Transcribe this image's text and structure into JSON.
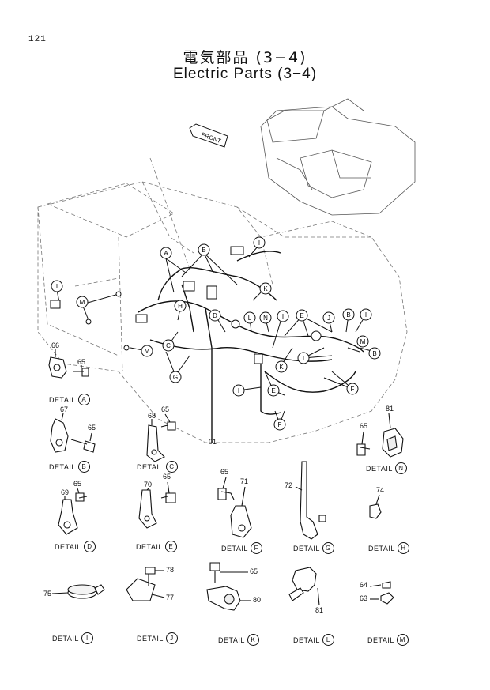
{
  "page": {
    "number": "121",
    "title_jp": "電気部品 (3−4)",
    "title_en": "Electric Parts (3−4)"
  },
  "main_view": {
    "front_label": "FRONT",
    "part_number": "01",
    "callouts": [
      "A",
      "B",
      "I",
      "M",
      "H",
      "C",
      "M",
      "G",
      "D",
      "L",
      "N",
      "I",
      "E",
      "J",
      "B",
      "I",
      "K",
      "M",
      "B",
      "K",
      "I",
      "I",
      "E",
      "F",
      "F"
    ]
  },
  "details": [
    {
      "word": "DETAIL",
      "letter": "A",
      "parts": [
        "66",
        "65"
      ]
    },
    {
      "word": "DETAIL",
      "letter": "B",
      "parts": [
        "67",
        "65"
      ]
    },
    {
      "word": "DETAIL",
      "letter": "C",
      "parts": [
        "68",
        "65"
      ]
    },
    {
      "word": "DETAIL",
      "letter": "N",
      "parts": [
        "81",
        "65"
      ]
    },
    {
      "word": "DETAIL",
      "letter": "D",
      "parts": [
        "69",
        "65"
      ]
    },
    {
      "word": "DETAIL",
      "letter": "E",
      "parts": [
        "70",
        "65"
      ]
    },
    {
      "word": "DETAIL",
      "letter": "F",
      "parts": [
        "65",
        "71"
      ]
    },
    {
      "word": "DETAIL",
      "letter": "G",
      "parts": [
        "72"
      ]
    },
    {
      "word": "DETAIL",
      "letter": "H",
      "parts": [
        "74"
      ]
    },
    {
      "word": "DETAIL",
      "letter": "I",
      "parts": [
        "75"
      ]
    },
    {
      "word": "DETAIL",
      "letter": "J",
      "parts": [
        "78",
        "77"
      ]
    },
    {
      "word": "DETAIL",
      "letter": "K",
      "parts": [
        "65",
        "80"
      ]
    },
    {
      "word": "DETAIL",
      "letter": "L",
      "parts": [
        "81"
      ]
    },
    {
      "word": "DETAIL",
      "letter": "M",
      "parts": [
        "64",
        "63"
      ]
    }
  ]
}
